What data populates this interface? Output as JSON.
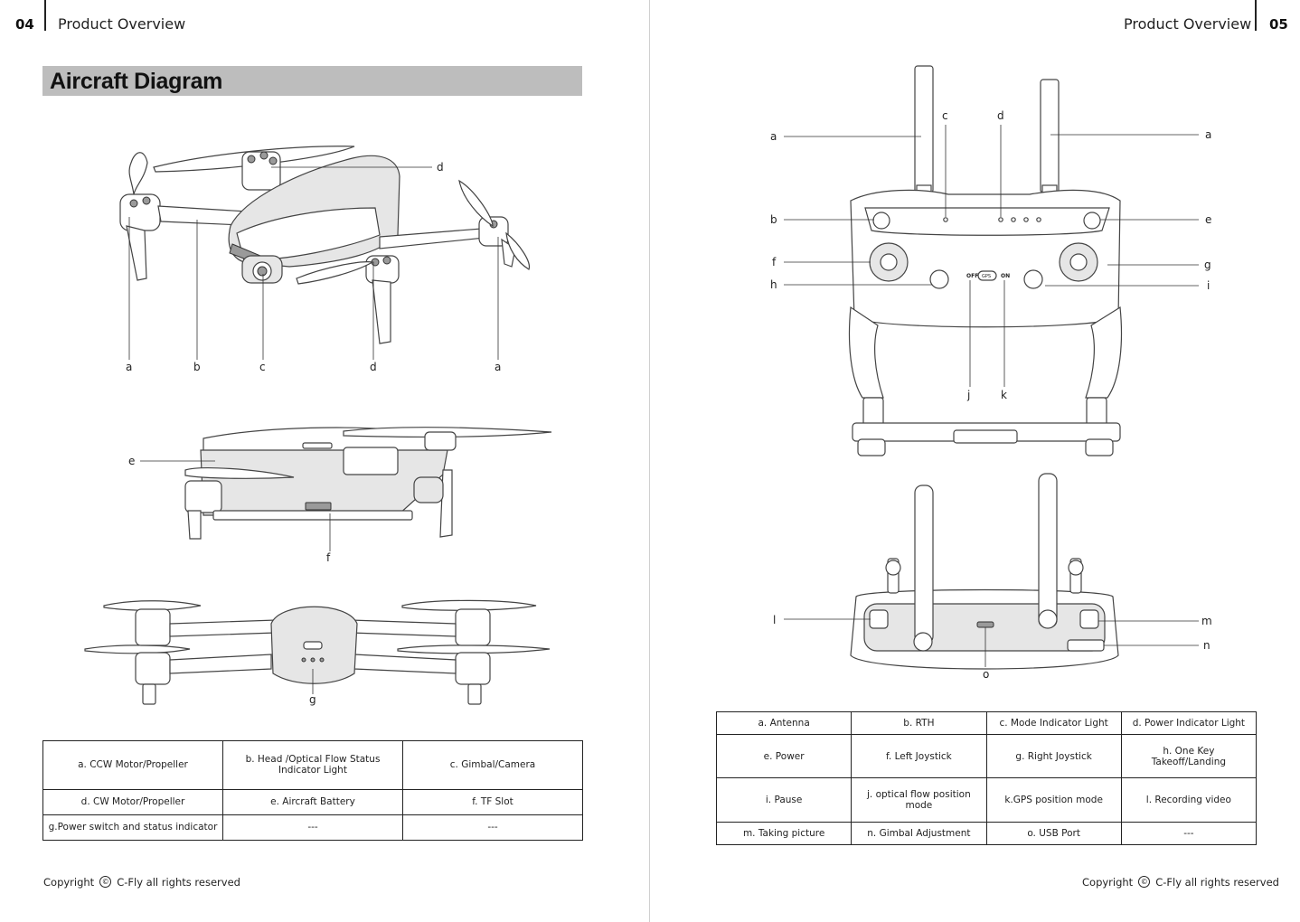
{
  "left_page": {
    "page_number": "04",
    "header": "Product Overview",
    "section_title": "Aircraft Diagram",
    "diagram_labels": {
      "top_view": [
        "a",
        "b",
        "c",
        "d",
        "a",
        "d"
      ],
      "side_view": [
        "e",
        "f"
      ],
      "front_view": [
        "g"
      ]
    },
    "legend_rows": [
      [
        "a. CCW Motor/Propeller",
        "b. Head /Optical Flow Status Indicator Light",
        "c. Gimbal/Camera"
      ],
      [
        "d. CW Motor/Propeller",
        "e. Aircraft Battery",
        "f. TF Slot"
      ],
      [
        "g.Power switch and status indicator",
        "---",
        "---"
      ]
    ],
    "copyright": {
      "prefix": "Copyright",
      "symbol": "©",
      "text": "C-Fly all rights reserved"
    }
  },
  "right_page": {
    "page_number": "05",
    "header": "Product Overview",
    "diagram_labels": {
      "front": [
        "a",
        "c",
        "d",
        "a",
        "b",
        "e",
        "f",
        "g",
        "h",
        "i",
        "j",
        "k"
      ],
      "switch": [
        "OFF",
        "GPS",
        "ON"
      ],
      "top": [
        "l",
        "m",
        "n",
        "o"
      ]
    },
    "legend_rows": [
      [
        "a. Antenna",
        "b. RTH",
        "c. Mode Indicator Light",
        "d. Power Indicator Light"
      ],
      [
        "e. Power",
        "f. Left Joystick",
        "g. Right Joystick",
        "h. One Key Takeoff/Landing"
      ],
      [
        "i. Pause",
        "j. optical flow position mode",
        "k.GPS  position mode",
        "l. Recording video"
      ],
      [
        "m. Taking picture",
        "n. Gimbal Adjustment",
        "o. USB Port",
        "---"
      ]
    ],
    "copyright": {
      "prefix": "Copyright",
      "symbol": "©",
      "text": "C-Fly all rights reserved"
    }
  }
}
